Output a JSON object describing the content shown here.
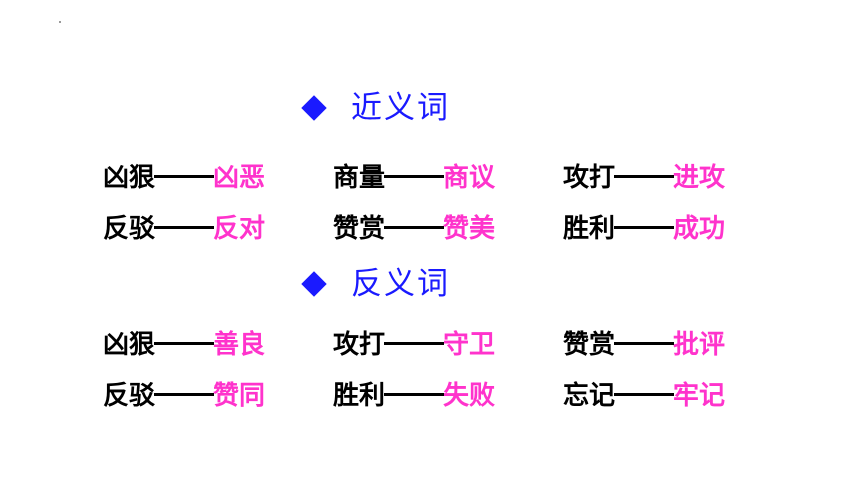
{
  "colors": {
    "heading": "#1a1aff",
    "word": "#000000",
    "answer": "#ff33cc"
  },
  "synonyms": {
    "title": "近义词",
    "rows": [
      [
        {
          "word": "凶狠",
          "answer": "凶恶"
        },
        {
          "word": "商量",
          "answer": "商议"
        },
        {
          "word": "攻打",
          "answer": "进攻"
        }
      ],
      [
        {
          "word": "反驳",
          "answer": "反对"
        },
        {
          "word": "赞赏",
          "answer": "赞美"
        },
        {
          "word": "胜利",
          "answer": "成功"
        }
      ]
    ]
  },
  "antonyms": {
    "title": "反义词",
    "rows": [
      [
        {
          "word": "凶狠",
          "answer": "善良"
        },
        {
          "word": "攻打",
          "answer": "守卫"
        },
        {
          "word": "赞赏",
          "answer": "批评"
        }
      ],
      [
        {
          "word": "反驳",
          "answer": "赞同"
        },
        {
          "word": "胜利",
          "answer": "失败"
        },
        {
          "word": "忘记",
          "answer": "牢记"
        }
      ]
    ]
  }
}
